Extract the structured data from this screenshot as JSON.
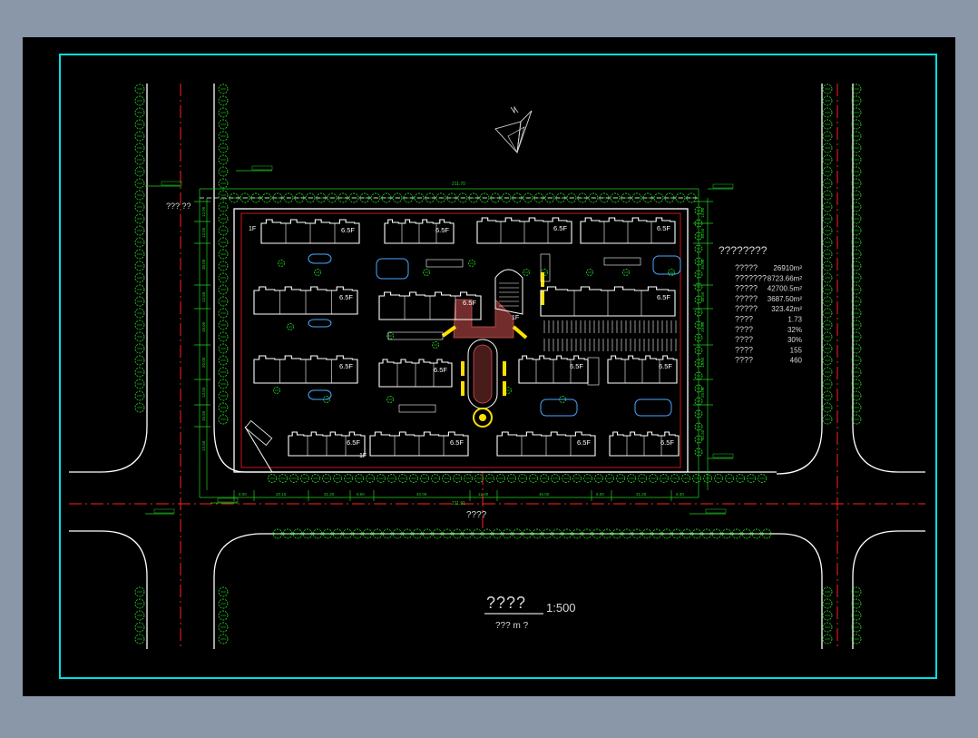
{
  "colors": {
    "background": "#8a97a8",
    "canvas": "#000000",
    "frame": "#00e0e0",
    "road": "#ffffff",
    "axis": "#ff2020",
    "tree": "#22d022",
    "dimension": "#20d020",
    "building": "#ffffff",
    "accent": "#ffe000",
    "plaza": "#d05050",
    "water": "#4aa8ff"
  },
  "drawing": {
    "title": "????",
    "scale": "1:500",
    "subtitle": "??? m  ?",
    "road_label": "????",
    "entrance_label": "??? ??",
    "dimensions": {
      "top_total": "211.70",
      "bottom_total": "211.91",
      "bottom": [
        "6.00",
        "20.10",
        "31.20",
        "5.60",
        "40.00",
        "12.00",
        "46.00",
        "6.00",
        "31.20",
        "5.30"
      ],
      "left": [
        "12.00",
        "13.50",
        "30.00",
        "13.50",
        "18.00",
        "20.00",
        "13.50",
        "10.50",
        "13.50"
      ],
      "right": [
        "13.50",
        "13.50",
        "30.00",
        "12.50",
        "20.00",
        "13.50",
        "20.00",
        "13.50"
      ]
    },
    "floor_labels": {
      "main": "6.5F",
      "one": "1F"
    },
    "tech_table": {
      "header": "????????",
      "rows": [
        {
          "label": "?????",
          "value": "26910m²"
        },
        {
          "label": "???????",
          "value": "8723.66m²"
        },
        {
          "label": "?????",
          "value": "42700.5m²"
        },
        {
          "label": "?????",
          "value": "3687.50m²"
        },
        {
          "label": "?????",
          "value": "323.42m²"
        },
        {
          "label": "????",
          "value": "1.73"
        },
        {
          "label": "????",
          "value": "32%"
        },
        {
          "label": "????",
          "value": "30%"
        },
        {
          "label": "????",
          "value": "155"
        },
        {
          "label": "????",
          "value": "460"
        }
      ]
    }
  }
}
